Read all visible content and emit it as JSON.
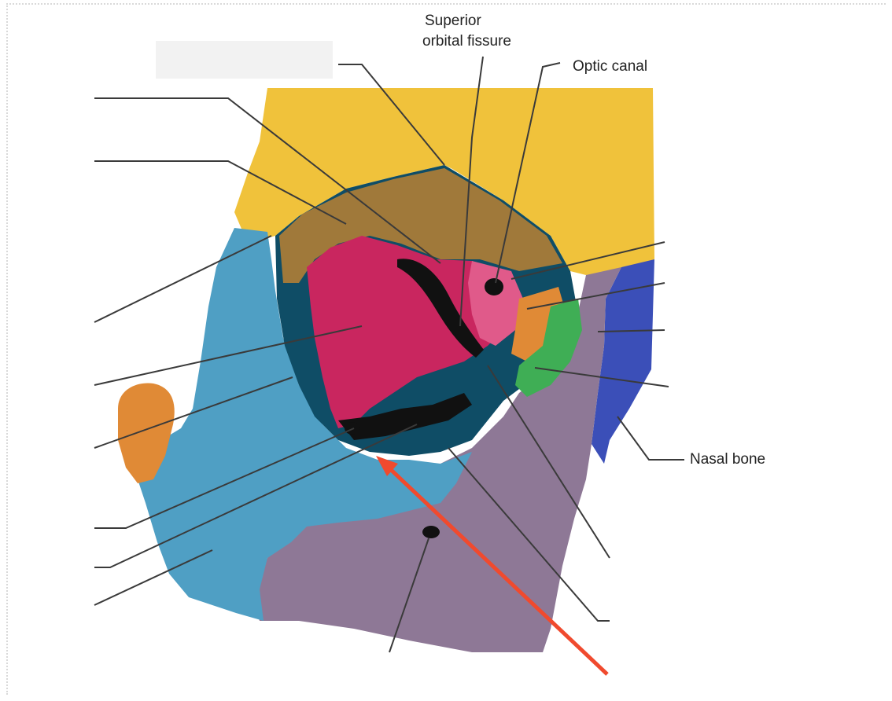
{
  "labels": {
    "superior_orbital_fissure_line1": "Superior",
    "superior_orbital_fissure_line2": "orbital fissure",
    "optic_canal": "Optic canal",
    "nasal_bone": "Nasal bone"
  },
  "colors": {
    "frontal": "#f0c23b",
    "orbit_roof": "#a0793a",
    "sphenoid": "#c9265f",
    "zygomatic": "#4f9fc4",
    "zygomatic_dark": "#0f4d66",
    "maxilla": "#8e7896",
    "lacrimal": "#e08a36",
    "ethmoid": "#3fae55",
    "nasal": "#3b4fb8",
    "leader": "#3a3a3a",
    "pointer_arrow": "#f04a2e"
  }
}
